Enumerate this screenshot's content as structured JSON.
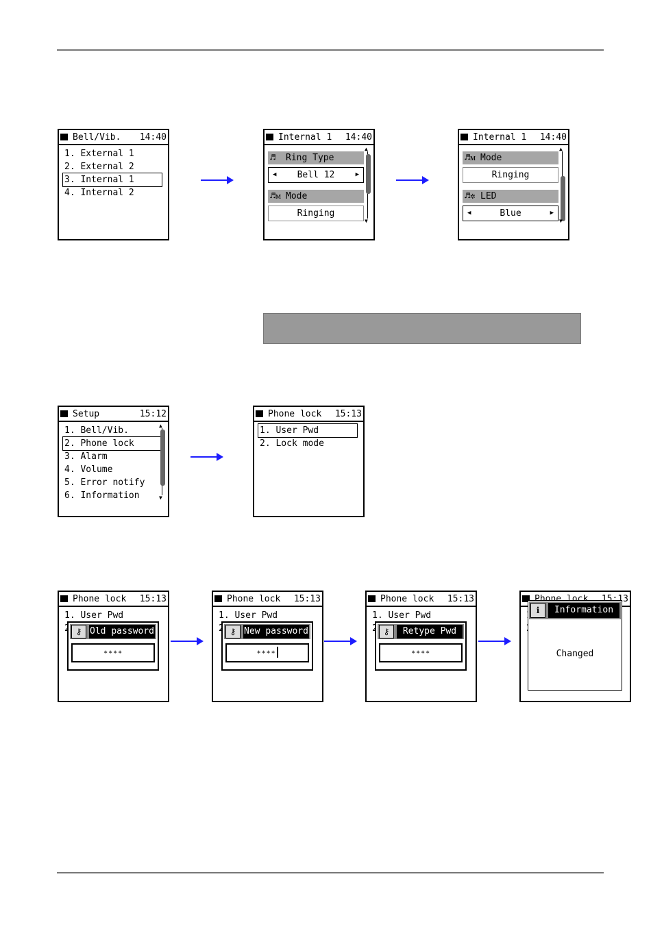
{
  "section1": {
    "screen1": {
      "title": "Bell/Vib.",
      "time": "14:40",
      "items": [
        "1. External 1",
        "2. External 2",
        "3. Internal 1",
        "4. Internal 2"
      ]
    },
    "screen2": {
      "title": "Internal 1",
      "time": "14:40",
      "field1_icon": "♬",
      "field1_label": "Ring Type",
      "field1_value": "Bell 12",
      "field2_icon": "♬ᴍ",
      "field2_label": "Mode",
      "field2_value": "Ringing",
      "left_arrow": "◀",
      "right_arrow": "▶"
    },
    "screen3": {
      "title": "Internal 1",
      "time": "14:40",
      "field1_icon": "♬ᴍ",
      "field1_label": "Mode",
      "field1_value": "Ringing",
      "field2_icon": "♬✲",
      "field2_label": "LED",
      "field2_value": "Blue",
      "left_arrow": "◀",
      "right_arrow": "▶"
    }
  },
  "section2": {
    "screen1": {
      "title": "Setup",
      "time": "15:12",
      "items": [
        "1. Bell/Vib.",
        "2. Phone lock",
        "3. Alarm",
        "4. Volume",
        "5. Error notify",
        "6. Information"
      ]
    },
    "screen2": {
      "title": "Phone lock",
      "time": "15:13",
      "items": [
        "1. User Pwd",
        "2. Lock mode"
      ]
    }
  },
  "section3": {
    "screen1": {
      "title": "Phone lock",
      "time": "15:13",
      "item1": "1. User Pwd",
      "item2_partial": "2",
      "key_icon": "⚷",
      "dialog_title": "Old password",
      "input": "∗∗∗∗"
    },
    "screen2": {
      "title": "Phone lock",
      "time": "15:13",
      "item1": "1. User Pwd",
      "item2_partial": "2",
      "key_icon": "⚷",
      "dialog_title": "New password",
      "input": "∗∗∗∗"
    },
    "screen3": {
      "title": "Phone lock",
      "time": "15:13",
      "item1": "1. User Pwd",
      "item2_partial": "2",
      "key_icon": "⚷",
      "dialog_title": "Retype Pwd",
      "input": "∗∗∗∗"
    },
    "screen4": {
      "title": "Phone lock",
      "time": "15:13",
      "item1_partial": "1",
      "item2_partial": "2",
      "info_icon": "i",
      "dialog_title": "Information",
      "message": "Changed"
    }
  },
  "scroll_arrows": {
    "up": "▲",
    "down": "▼"
  },
  "colors": {
    "arrow": "#1d1dff",
    "label_bg": "#a6a6a6",
    "note_box": "#999999",
    "rule": "#777777"
  }
}
